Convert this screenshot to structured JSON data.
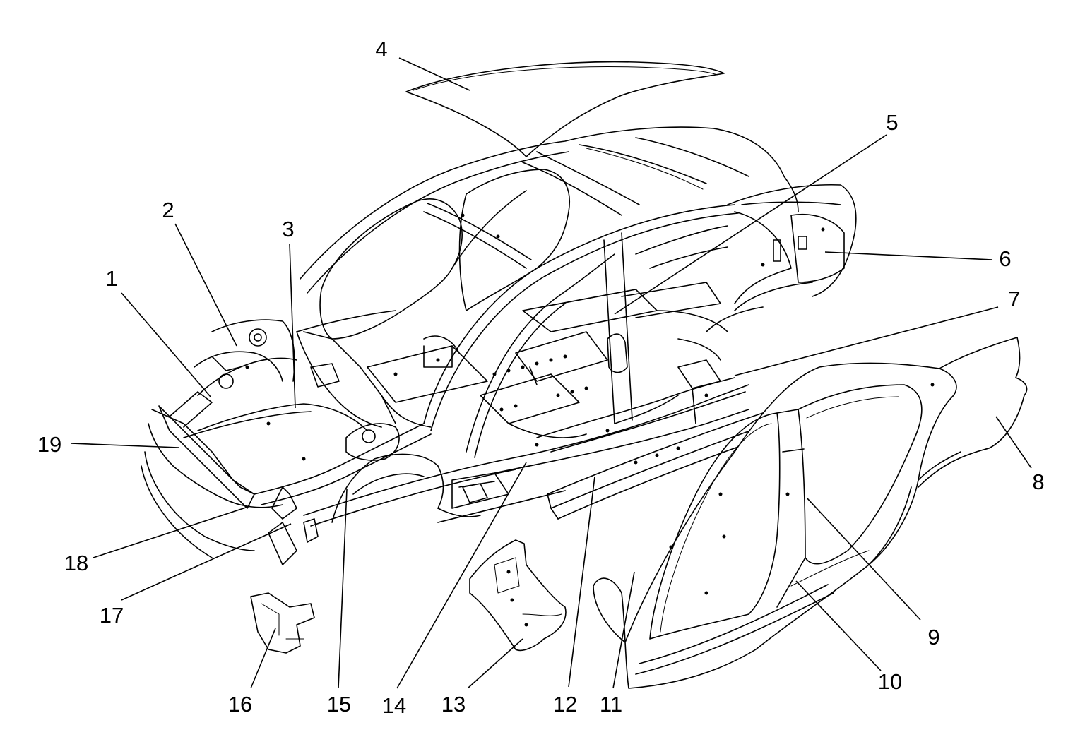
{
  "callouts": [
    {
      "id": 1,
      "label": "1"
    },
    {
      "id": 2,
      "label": "2"
    },
    {
      "id": 3,
      "label": "3"
    },
    {
      "id": 4,
      "label": "4"
    },
    {
      "id": 5,
      "label": "5"
    },
    {
      "id": 6,
      "label": "6"
    },
    {
      "id": 7,
      "label": "7"
    },
    {
      "id": 8,
      "label": "8"
    },
    {
      "id": 9,
      "label": "9"
    },
    {
      "id": 10,
      "label": "10"
    },
    {
      "id": 11,
      "label": "11"
    },
    {
      "id": 12,
      "label": "12"
    },
    {
      "id": 13,
      "label": "13"
    },
    {
      "id": 14,
      "label": "14"
    },
    {
      "id": 15,
      "label": "15"
    },
    {
      "id": 16,
      "label": "16"
    },
    {
      "id": 17,
      "label": "17"
    },
    {
      "id": 18,
      "label": "18"
    },
    {
      "id": 19,
      "label": "19"
    }
  ]
}
